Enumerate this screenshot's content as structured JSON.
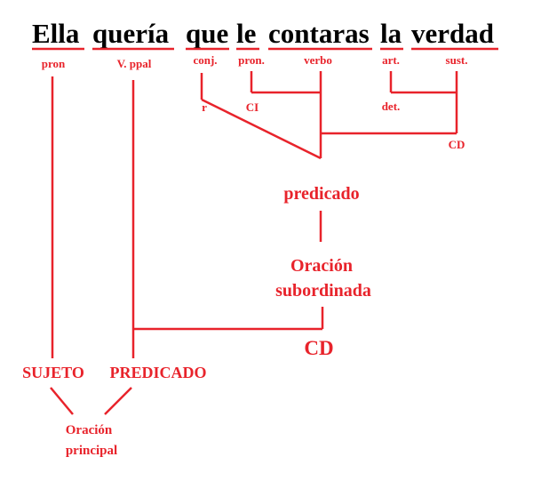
{
  "colors": {
    "accent": "#e8232b",
    "text": "#000000"
  },
  "sentence": {
    "words": [
      "Ella",
      "quería",
      "que",
      "le",
      "contaras",
      "la",
      "verdad"
    ]
  },
  "tags": {
    "pron": "pron",
    "v_ppal": "V. ppal",
    "conj": "conj.",
    "pron2": "pron.",
    "verbo": "verbo",
    "art": "art.",
    "sust": "sust."
  },
  "functions": {
    "r": "r",
    "ci": "CI",
    "det": "det.",
    "cd_small": "CD",
    "predicado": "predicado",
    "oracion_sub_line1": "Oración",
    "oracion_sub_line2": "subordinada",
    "cd_main": "CD",
    "sujeto": "SUJETO",
    "predicado_main": "PREDICADO",
    "oracion_principal_line1": "Oración",
    "oracion_principal_line2": "principal"
  }
}
